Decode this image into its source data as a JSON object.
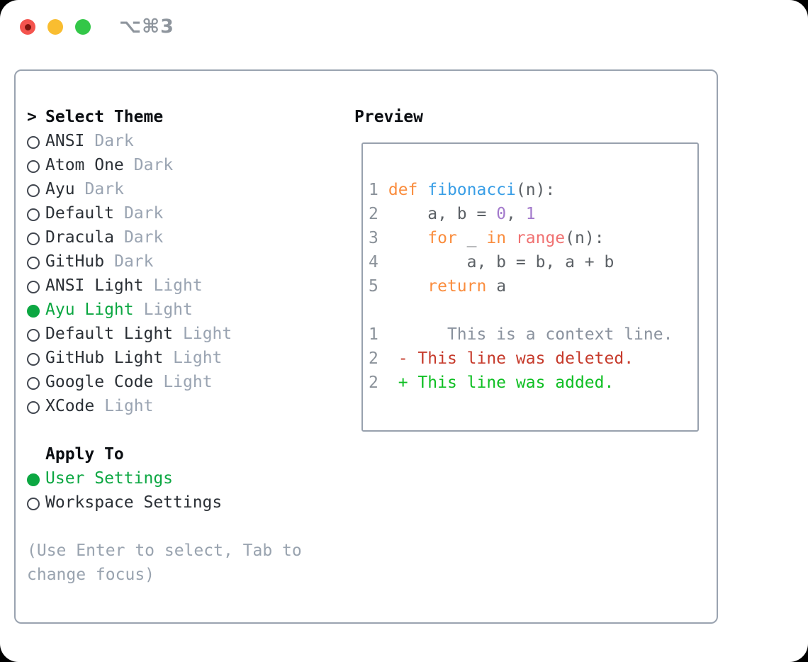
{
  "titlebar": {
    "shortcut": "⌥⌘3"
  },
  "colors": {
    "titlebar_shortcut": "#8E959D",
    "light_red": "#F4544E",
    "light_red_dot": "#7D140D",
    "light_yellow": "#F9BD30",
    "light_green": "#33C748",
    "panel_border": "#9AA3B0",
    "preview_border": "#98A1AE",
    "header_text": "#0B0E12",
    "item_text": "#2B3036",
    "variant_muted": "#9AA4B2",
    "hint_text": "#99A3AF",
    "circle_stroke": "#424750",
    "ui_selected_green": "#0CA742",
    "line_number": "#8A9199",
    "fg": "#5C6166",
    "keyword": "#FA8D3E",
    "entity": "#399EE6",
    "builtin": "#F07171",
    "constant": "#A37ACC",
    "context": "#8A929E",
    "deleted": "#C63A2B",
    "added": "#0FBF23"
  },
  "theme_panel": {
    "cursor": ">",
    "select_header": "Select Theme",
    "themes": [
      {
        "name": "ANSI",
        "variant": "Dark",
        "selected": false
      },
      {
        "name": "Atom One",
        "variant": "Dark",
        "selected": false
      },
      {
        "name": "Ayu",
        "variant": "Dark",
        "selected": false
      },
      {
        "name": "Default",
        "variant": "Dark",
        "selected": false
      },
      {
        "name": "Dracula",
        "variant": "Dark",
        "selected": false
      },
      {
        "name": "GitHub",
        "variant": "Dark",
        "selected": false
      },
      {
        "name": "ANSI Light",
        "variant": "Light",
        "selected": false
      },
      {
        "name": "Ayu Light",
        "variant": "Light",
        "selected": true
      },
      {
        "name": "Default Light",
        "variant": "Light",
        "selected": false
      },
      {
        "name": "GitHub Light",
        "variant": "Light",
        "selected": false
      },
      {
        "name": "Google Code",
        "variant": "Light",
        "selected": false
      },
      {
        "name": "XCode",
        "variant": "Light",
        "selected": false
      }
    ],
    "apply_header": "Apply To",
    "apply_options": [
      {
        "name": "User Settings",
        "selected": true
      },
      {
        "name": "Workspace Settings",
        "selected": false
      }
    ],
    "hint": "(Use Enter to select, Tab to change focus)"
  },
  "preview": {
    "header": "Preview",
    "code_lines": [
      {
        "num": "1",
        "tokens": [
          {
            "t": "def ",
            "c": "keyword"
          },
          {
            "t": "fibonacci",
            "c": "entity"
          },
          {
            "t": "(n):",
            "c": "fg"
          }
        ]
      },
      {
        "num": "2",
        "tokens": [
          {
            "t": "    a, b = ",
            "c": "fg"
          },
          {
            "t": "0",
            "c": "constant"
          },
          {
            "t": ", ",
            "c": "fg"
          },
          {
            "t": "1",
            "c": "constant"
          }
        ]
      },
      {
        "num": "3",
        "tokens": [
          {
            "t": "    ",
            "c": "fg"
          },
          {
            "t": "for",
            "c": "keyword"
          },
          {
            "t": " _ ",
            "c": "fg"
          },
          {
            "t": "in",
            "c": "keyword"
          },
          {
            "t": " ",
            "c": "fg"
          },
          {
            "t": "range",
            "c": "builtin"
          },
          {
            "t": "(n):",
            "c": "fg"
          }
        ]
      },
      {
        "num": "4",
        "tokens": [
          {
            "t": "        a, b = b, a + b",
            "c": "fg"
          }
        ]
      },
      {
        "num": "5",
        "tokens": [
          {
            "t": "    ",
            "c": "fg"
          },
          {
            "t": "return",
            "c": "keyword"
          },
          {
            "t": " a",
            "c": "fg"
          }
        ]
      }
    ],
    "diff_lines": [
      {
        "num": "1",
        "tokens": [
          {
            "t": "      This is a context line.",
            "c": "context"
          }
        ]
      },
      {
        "num": "2",
        "tokens": [
          {
            "t": " - This line was deleted.",
            "c": "deleted"
          }
        ]
      },
      {
        "num": "2",
        "tokens": [
          {
            "t": " + This line was added.",
            "c": "added"
          }
        ]
      }
    ]
  }
}
